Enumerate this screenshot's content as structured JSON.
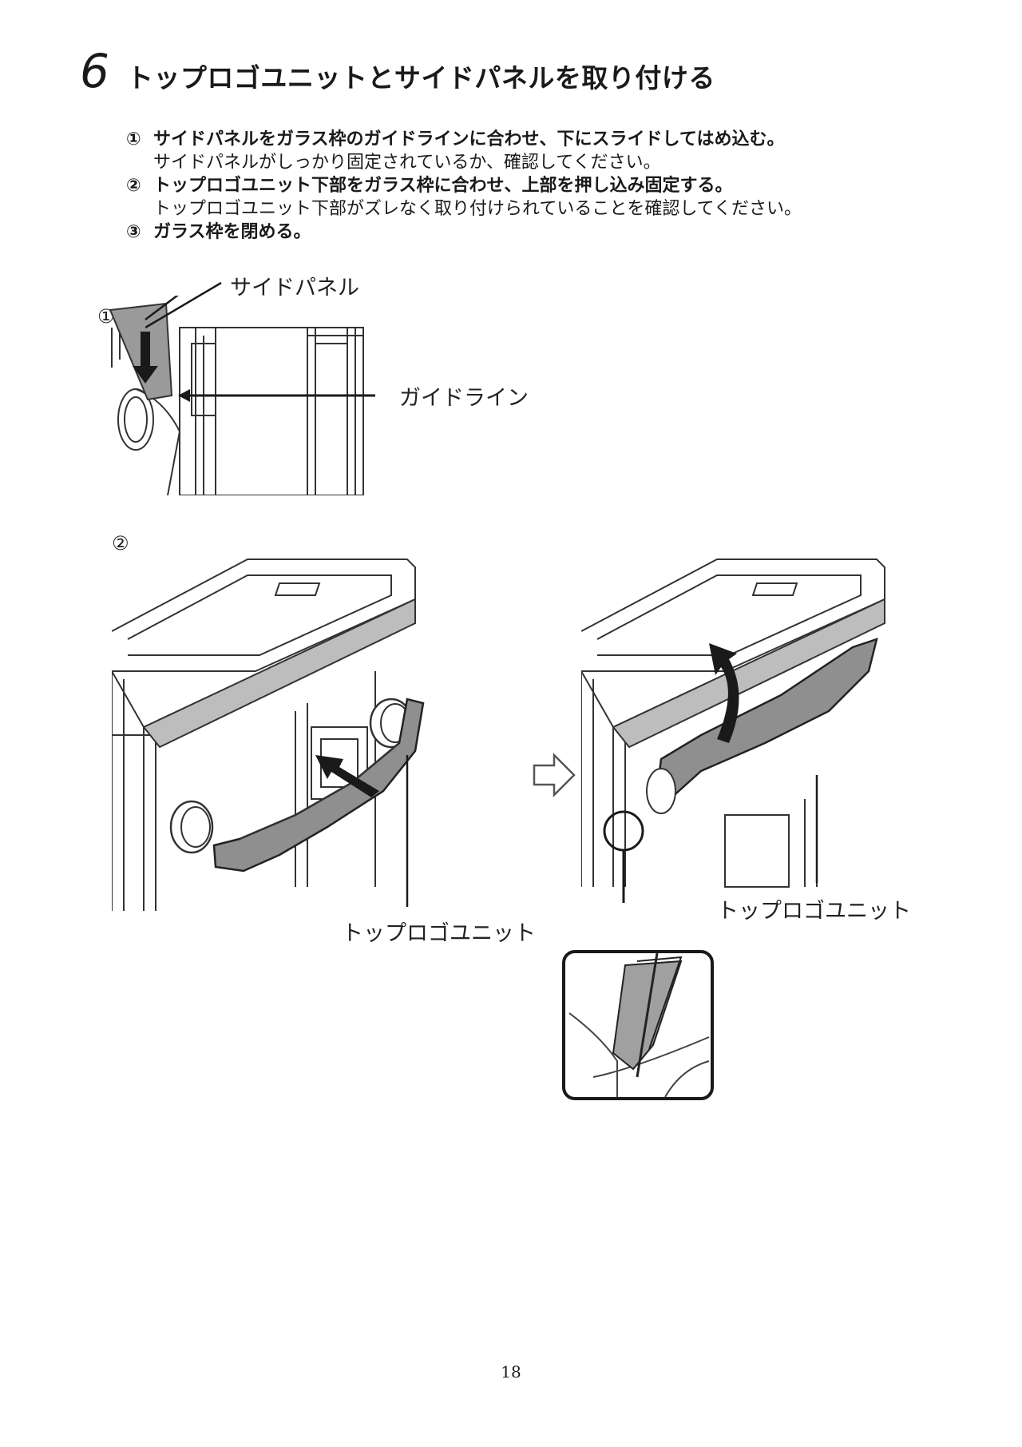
{
  "heading": {
    "number": "6",
    "title": "トップロゴユニットとサイドパネルを取り付ける"
  },
  "steps": [
    {
      "mark": "①",
      "main": "サイドパネルをガラス枠のガイドラインに合わせ、下にスライドしてはめ込む。",
      "note": "サイドパネルがしっかり固定されているか、確認してください。"
    },
    {
      "mark": "②",
      "main": "トップロゴユニット下部をガラス枠に合わせ、上部を押し込み固定する。",
      "note": "トップロゴユニット下部がズレなく取り付けられていることを確認してください。"
    },
    {
      "mark": "③",
      "main": "ガラス枠を閉める。",
      "note": ""
    }
  ],
  "figure1": {
    "step_mark": "①",
    "label_side_panel": "サイドパネル",
    "label_guide_line": "ガイドライン"
  },
  "figure2": {
    "step_mark": "②",
    "label_left_unit": "トップロゴユニット",
    "label_right_unit": "トップロゴユニット"
  },
  "page_number": "18"
}
